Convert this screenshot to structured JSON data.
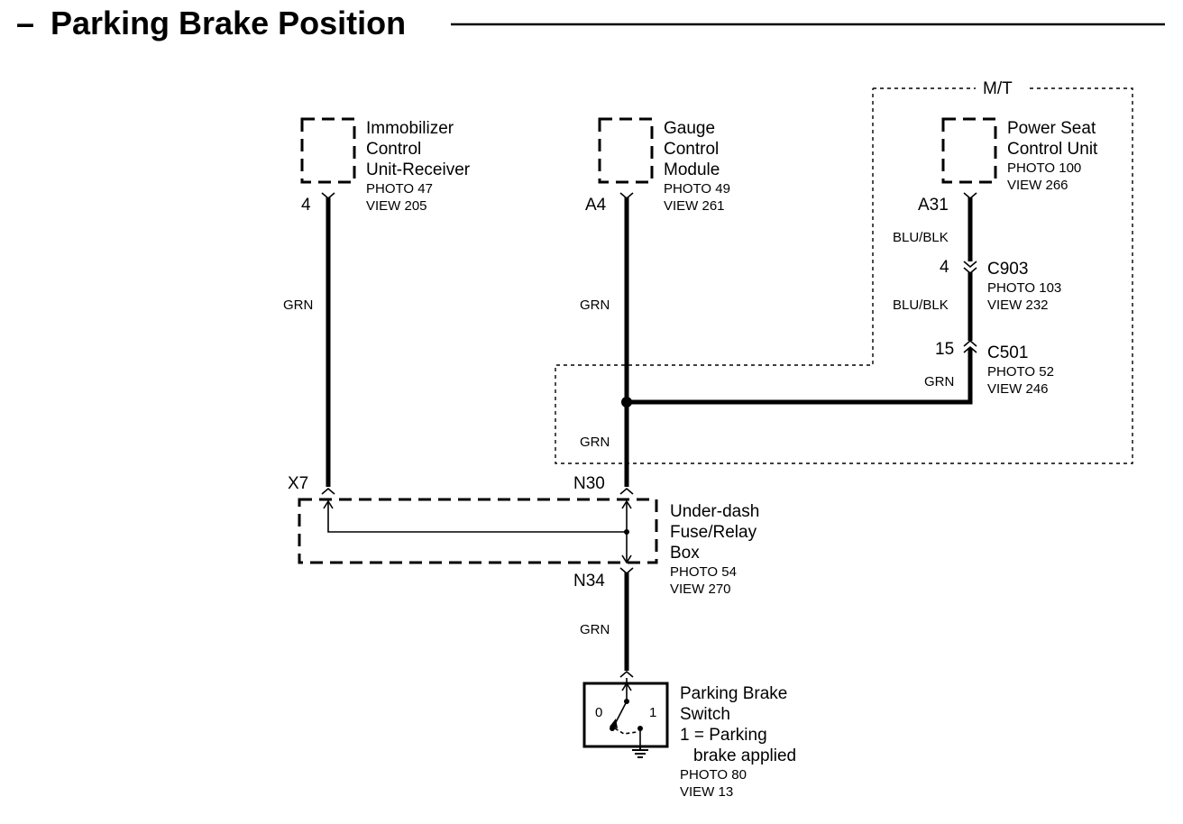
{
  "title": "Parking Brake Position",
  "title_dash": "–",
  "mt_label": "M/T",
  "components": {
    "immobilizer": {
      "lines": [
        "Immobilizer",
        "Control",
        "Unit-Receiver"
      ],
      "photo": "PHOTO 47",
      "view": "VIEW 205",
      "pin": "4"
    },
    "gauge": {
      "lines": [
        "Gauge",
        "Control",
        "Module"
      ],
      "photo": "PHOTO 49",
      "view": "VIEW 261",
      "pin": "A4"
    },
    "power_seat": {
      "lines": [
        "Power Seat",
        "Control Unit"
      ],
      "photo": "PHOTO 100",
      "view": "VIEW 266",
      "pin": "A31"
    },
    "fuse_box": {
      "lines": [
        "Under-dash",
        "Fuse/Relay",
        "Box"
      ],
      "photo": "PHOTO 54",
      "view": "VIEW 270",
      "pin_x7": "X7",
      "pin_n30": "N30",
      "pin_n34": "N34"
    },
    "switch": {
      "lines": [
        "Parking Brake",
        "Switch",
        "1 = Parking",
        "brake applied"
      ],
      "photo": "PHOTO 80",
      "view": "VIEW 13",
      "pos0": "0",
      "pos1": "1"
    }
  },
  "connectors": {
    "c903": {
      "name": "C903",
      "pin": "4",
      "photo": "PHOTO 103",
      "view": "VIEW 232"
    },
    "c501": {
      "name": "C501",
      "pin": "15",
      "photo": "PHOTO 52",
      "view": "VIEW 246"
    }
  },
  "wires": {
    "immobilizer": "GRN",
    "gauge": "GRN",
    "seat_upper": "BLU/BLK",
    "seat_lower": "BLU/BLK",
    "seat_grn": "GRN",
    "gauge_lower": "GRN",
    "switch": "GRN"
  }
}
